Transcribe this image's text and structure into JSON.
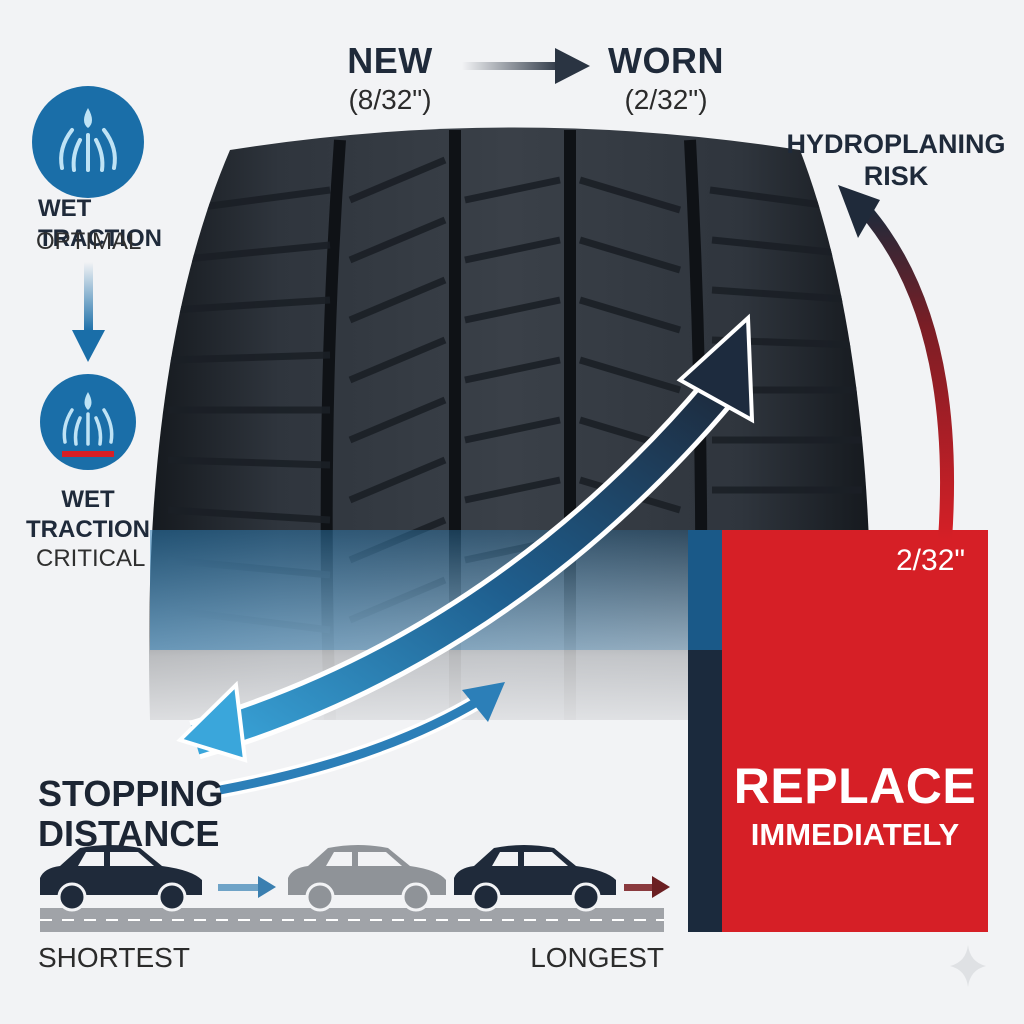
{
  "header": {
    "new_label": "NEW",
    "new_depth": "(8/32\")",
    "worn_label": "WORN",
    "worn_depth": "(2/32\")"
  },
  "hydroplaning": {
    "line1": "HYDROPLANING",
    "line2": "RISK"
  },
  "wet_traction": {
    "optimal_title": "WET TRACTION",
    "optimal_status": "OPTIMAL",
    "critical_title_1": "WET",
    "critical_title_2": "TRACTION",
    "critical_status": "CRITICAL"
  },
  "stopping_distance": {
    "title_1": "STOPPING",
    "title_2": "DISTANCE",
    "scale_min": "SHORTEST",
    "scale_max": "LONGEST"
  },
  "replace": {
    "depth": "2/32\"",
    "line1": "REPLACE",
    "line2": "IMMEDIATELY"
  },
  "icons": {
    "water_drop": "water-drop-icon",
    "car": "car-icon",
    "arrow": "arrow-icon"
  },
  "colors": {
    "accent_blue": "#1a6ea8",
    "light_blue": "#3aa6db",
    "navy": "#1f2a3a",
    "danger_red": "#d61f26",
    "dark_red": "#6b1f22"
  }
}
